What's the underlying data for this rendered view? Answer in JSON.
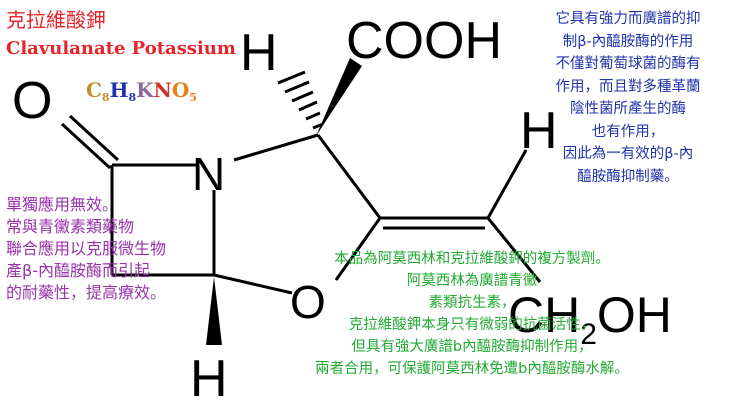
{
  "titles": {
    "chinese": "克拉維酸鉀",
    "english": "Clavulanate Potassium"
  },
  "formula": {
    "parts": [
      {
        "text": "C",
        "color": "#c0902a"
      },
      {
        "text": "8",
        "color": "#c0902a",
        "sub": true
      },
      {
        "text": "H",
        "color": "#2233aa"
      },
      {
        "text": "8",
        "color": "#2233aa",
        "sub": true
      },
      {
        "text": "K",
        "color": "#8a6a9a"
      },
      {
        "text": "N",
        "color": "#cc3322"
      },
      {
        "text": "O",
        "color": "#e8801a"
      },
      {
        "text": "5",
        "color": "#e8801a",
        "sub": true
      }
    ]
  },
  "structure": {
    "atom_o_carbonyl": "O",
    "atom_n": "N",
    "atom_o_ring": "O",
    "atom_h_top": "H",
    "atom_h_bottom": "H",
    "atom_h_vinyl": "H",
    "group_cooh": "COOH",
    "group_ch2oh_prefix": "CH",
    "group_ch2oh_sub": "2",
    "group_ch2oh_suffix": "OH"
  },
  "notes": {
    "blue": [
      "它具有強力而廣譜的抑",
      "制β-內醯胺酶的作用",
      "不僅對葡萄球菌的酶有",
      "作用，而且對多種革蘭",
      "陰性菌所產生的酶",
      "也有作用，",
      "因此為一有效的β-內",
      "醯胺酶抑制藥。"
    ],
    "purple": [
      "單獨應用無效。",
      "常與青黴素類藥物",
      "聯合應用以克服微生物",
      "產β-內醯胺酶而引起",
      "的耐藥性，提高療效。"
    ],
    "green": [
      "本品為阿莫西林和克拉維酸鉀的複方製劑。",
      "阿莫西林為廣譜青黴",
      "素類抗生素，",
      "克拉維酸鉀本身只有微弱的抗菌活性，",
      "但具有強大廣譜b內醯胺酶抑制作用，",
      "兩者合用，可保護阿莫西林免遭b內醯胺酶水解。"
    ]
  },
  "colors": {
    "title": "#e8232a",
    "blue_note": "#2233aa",
    "purple_note": "#9933aa",
    "green_note": "#22aa33",
    "structure": "#000000"
  }
}
